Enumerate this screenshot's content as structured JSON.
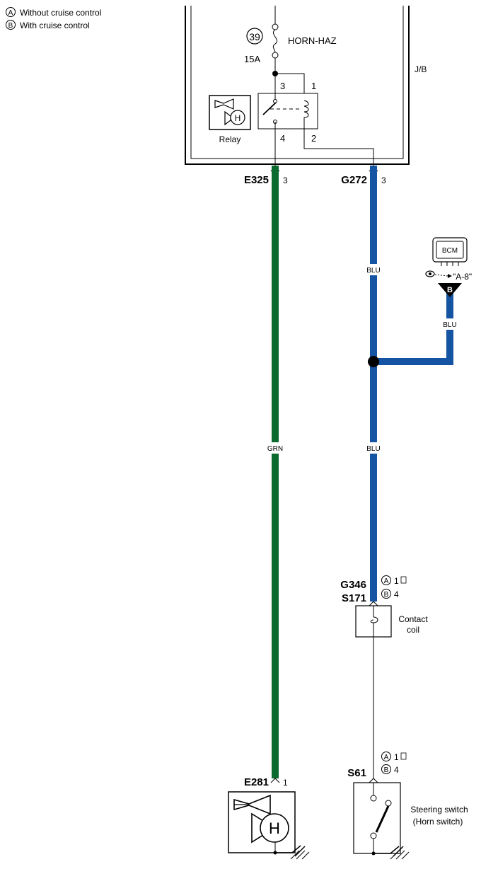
{
  "legend": {
    "a_mark": "A",
    "a_text": "Without cruise control",
    "b_mark": "B",
    "b_text": "With cruise control"
  },
  "junction_box": {
    "label": "J/B",
    "fuse_number": "39",
    "fuse_name": "HORN-HAZ",
    "fuse_rating": "15A"
  },
  "relay": {
    "label": "Relay",
    "icon_letter": "H",
    "pins": {
      "p1": "1",
      "p2": "2",
      "p3": "3",
      "p4": "4"
    }
  },
  "connectors": {
    "e325": {
      "name": "E325",
      "pin": "3"
    },
    "g272": {
      "name": "G272",
      "pin": "3"
    },
    "g346": {
      "name": "G346"
    },
    "s171": {
      "name": "S171"
    },
    "e281": {
      "name": "E281",
      "pin": "1"
    },
    "s61": {
      "name": "S61"
    },
    "cc_pins": {
      "a_mark": "A",
      "a_pin": "1",
      "b_mark": "B",
      "b_pin": "4"
    },
    "sw_pins": {
      "a_mark": "A",
      "a_pin": "1",
      "b_mark": "B",
      "b_pin": "4"
    }
  },
  "bcm": {
    "label": "BCM",
    "ref": "\"A-8\"",
    "tag": "B"
  },
  "wires": {
    "green_label": "GRN",
    "blue_upper_label": "BLU",
    "blue_lower_label": "BLU",
    "bcm_label": "BLU",
    "green_color": "#0a6a30",
    "blue_color": "#1454a3"
  },
  "components": {
    "contact_coil_line1": "Contact",
    "contact_coil_line2": "coil",
    "steering_line1": "Steering switch",
    "steering_line2": "(Horn switch)",
    "horn_letter": "H"
  }
}
